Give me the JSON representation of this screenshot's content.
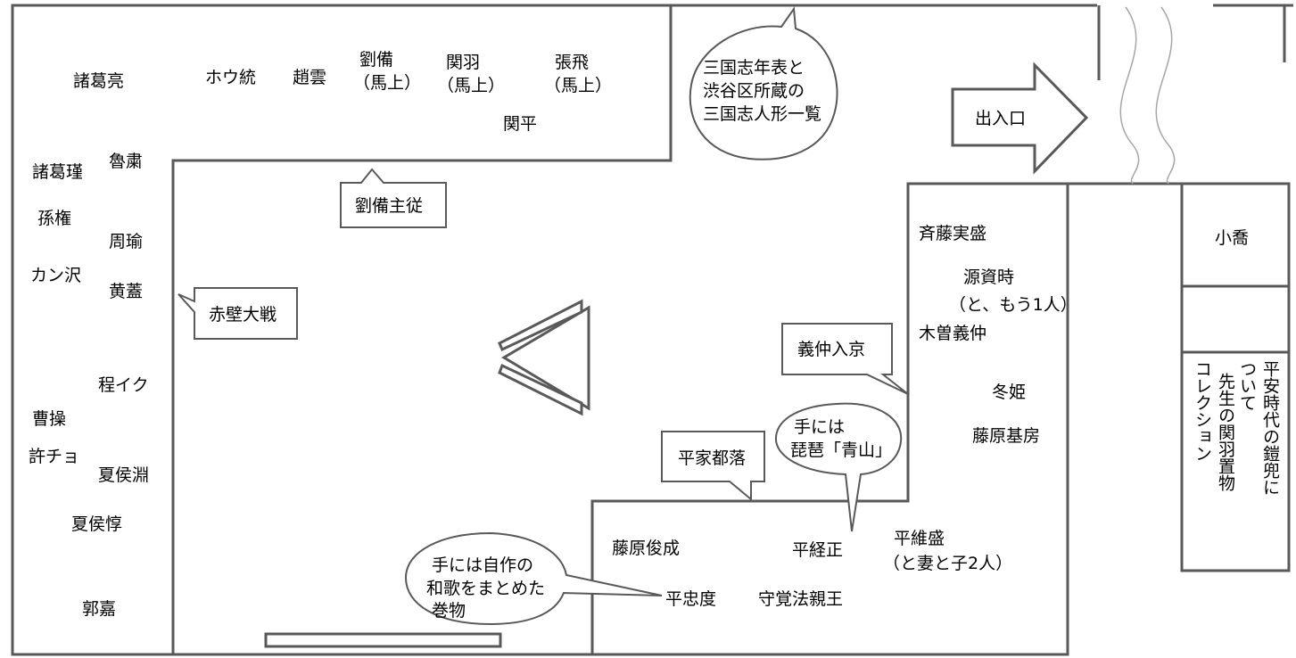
{
  "figures": {
    "shu_top": [
      "諸葛亮",
      "ホウ統",
      "趙雲",
      "劉備",
      "（馬上）",
      "関羽",
      "（馬上）",
      "張飛",
      "（馬上）",
      "関平"
    ],
    "wu_left": [
      "諸葛瑾",
      "魯粛",
      "孫権",
      "周瑜",
      "カン沢",
      "黄蓋"
    ],
    "wei_left": [
      "程イク",
      "曹操",
      "許チョ",
      "夏侯淵",
      "夏侯惇",
      "郭嘉"
    ],
    "heike_right": [
      "斉藤実盛",
      "源資時",
      "（と、もう1人）",
      "木曽義仲",
      "冬姫",
      "藤原基房"
    ],
    "heike_bottom": [
      "藤原俊成",
      "平経正",
      "平維盛",
      "（と妻と子2人）",
      "平忠度",
      "守覚法親王"
    ],
    "right_room": [
      "小喬"
    ]
  },
  "callouts": {
    "liubei": "劉備主従",
    "chibi": "赤壁大戦",
    "yoshinaka": "義仲入京",
    "heike": "平家都落",
    "exit": "出入口",
    "sangoku_1": "三国志年表と",
    "sangoku_2": "渋谷区所蔵の",
    "sangoku_3": "三国志人形一覧",
    "biwa_1": "手には",
    "biwa_2": "琵琶「青山」",
    "waka_1": "手には自作の",
    "waka_2": "和歌をまとめた",
    "waka_3": "巻物"
  },
  "vertical": {
    "col1": "平安時代の鎧兜に",
    "col2": "ついて",
    "col3": "先生の関羽置物",
    "col4": "コレクション"
  }
}
